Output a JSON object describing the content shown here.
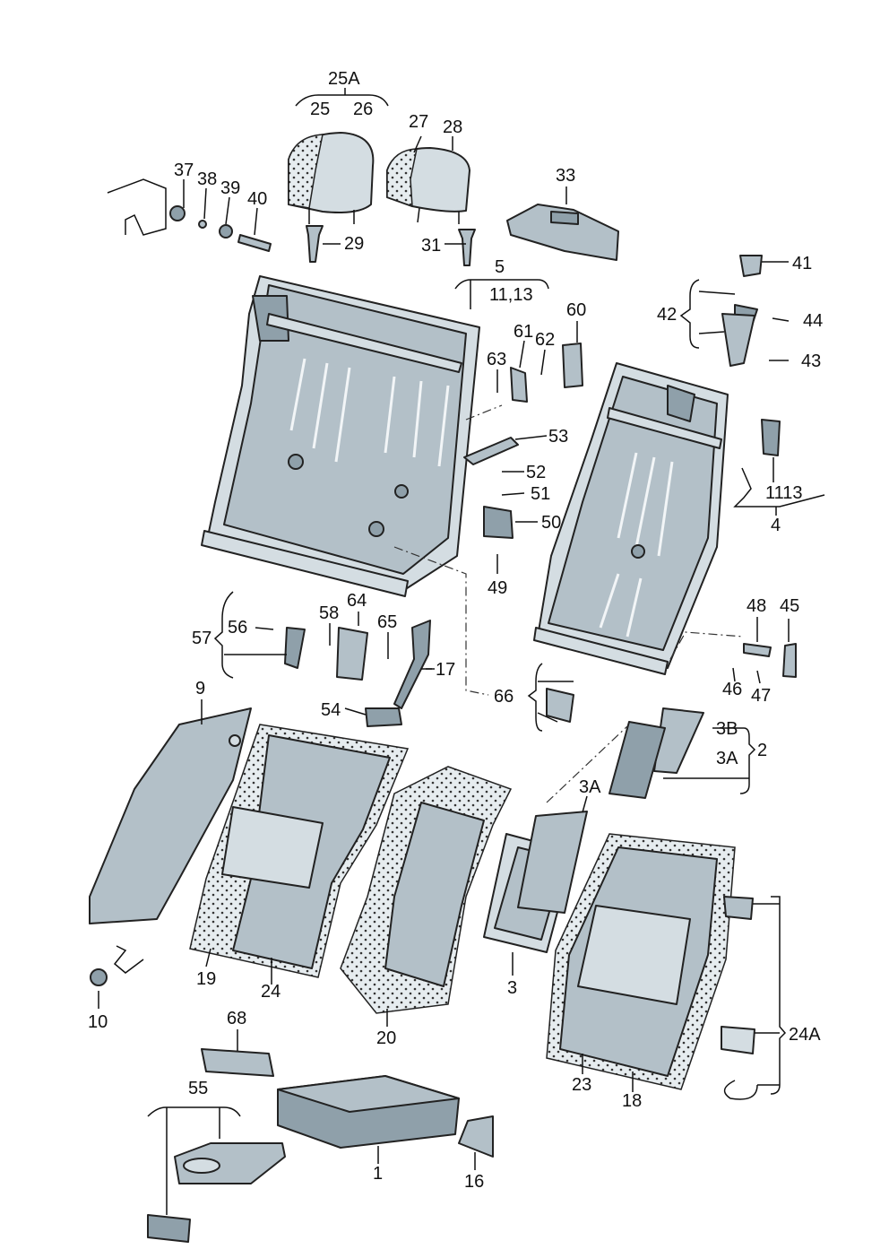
{
  "labels": {
    "l25A": "25A",
    "l25": "25",
    "l26": "26",
    "l27": "27",
    "l28": "28",
    "l33": "33",
    "l37": "37",
    "l38": "38",
    "l39": "39",
    "l40": "40",
    "l29": "29",
    "l31": "31",
    "l41": "41",
    "l5": "5",
    "l11_13a": "11,13",
    "l60": "60",
    "l42": "42",
    "l44": "44",
    "l61": "61",
    "l62": "62",
    "l63": "63",
    "l43": "43",
    "l53": "53",
    "l52": "52",
    "l51": "51",
    "l50": "50",
    "l1113": "1113",
    "l4": "4",
    "l49": "49",
    "l48": "48",
    "l45": "45",
    "l57": "57",
    "l56": "56",
    "l58": "58",
    "l64": "64",
    "l65": "65",
    "l17": "17",
    "l66": "66",
    "l46": "46",
    "l47": "47",
    "l9": "9",
    "l54": "54",
    "l3B": "3B",
    "l2": "2",
    "l3A_a": "3A",
    "l3A_b": "3A",
    "l19": "19",
    "l24": "24",
    "l10": "10",
    "l3": "3",
    "l20": "20",
    "l23": "23",
    "l18": "18",
    "l24A": "24A",
    "l68": "68",
    "l55": "55",
    "l1": "1",
    "l16": "16"
  }
}
